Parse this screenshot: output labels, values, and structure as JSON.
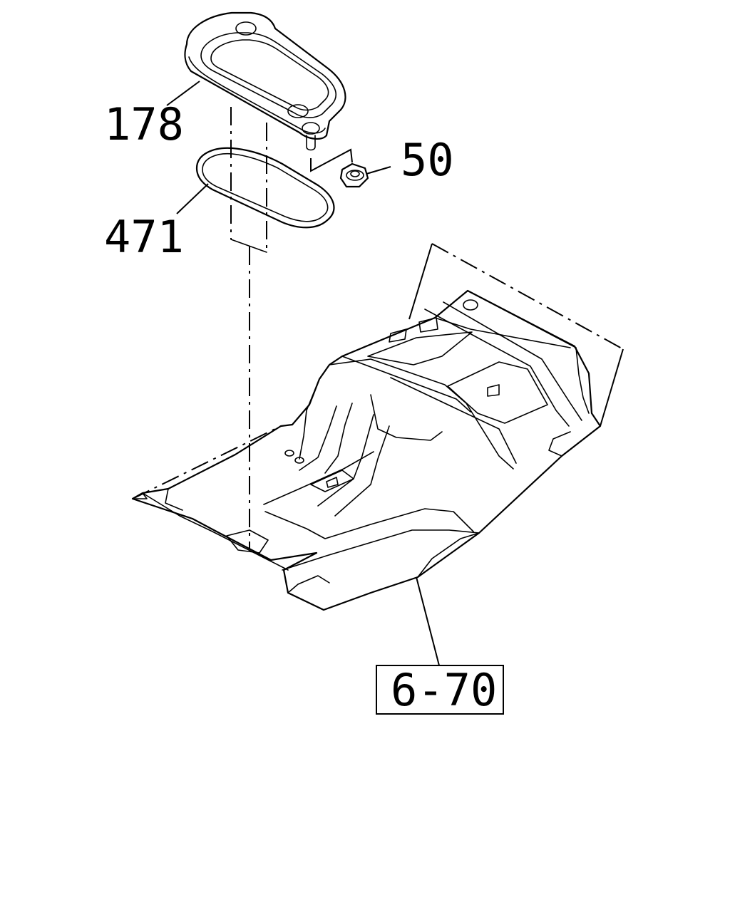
{
  "callouts": {
    "part_178": "178",
    "part_50": "50",
    "part_471": "471",
    "reference": "6-70"
  }
}
